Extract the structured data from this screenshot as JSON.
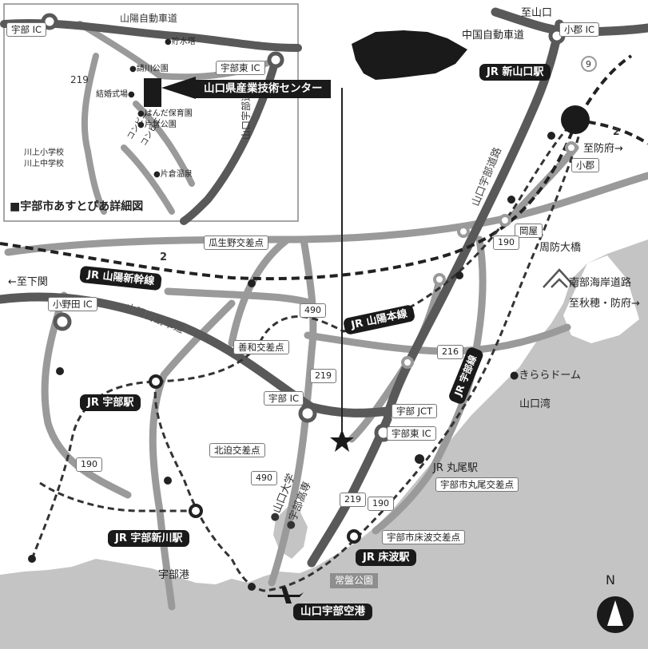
{
  "inset": {
    "title": "■宇部市あすとぴあ詳細図",
    "labels": {
      "sanyo_expressway": "山陽自動車道",
      "ube_ic": "宇部 IC",
      "ube_higashi_ic": "宇部東 IC",
      "ube_toll_road": "山口宇部道路",
      "route_219": "219",
      "water_tower": "●貯水塔",
      "seisen_park": "●請川公園",
      "wedding_hall": "結婚式場●",
      "handa_nursery": "●はんだ保育園",
      "katakura_park": "●片倉公園",
      "convenience_1": "コンビニ",
      "convenience_2": "コンビニ",
      "katakura_onsen": "●片倉温泉",
      "kawakami_elem": "川上小学校",
      "kawakami_jhs": "川上中学校"
    }
  },
  "callout": {
    "label": "山口県産業技術センター"
  },
  "stations": {
    "shin_yamaguchi": "JR 新山口駅",
    "ube": "JR 宇部駅",
    "ube_shinkawa": "JR 宇部新川駅",
    "tokonami": "JR 床波駅",
    "maruo": "JR 丸尾駅"
  },
  "rail_lines": {
    "sanyo_shinkansen": "JR 山陽新幹線",
    "sanyo_main": "JR 山陽本線",
    "ube_line": "JR 宇部線"
  },
  "interchanges": {
    "ogori_ic": "小郡 IC",
    "onoda_ic": "小野田 IC",
    "ube_ic": "宇部 IC",
    "ube_jct": "宇部 JCT",
    "ube_higashi_ic": "宇部東 IC"
  },
  "roads": {
    "to_yamaguchi": "至山口",
    "chugoku_expressway": "中国自動車道",
    "to_hofu": "至防府→",
    "to_shimonoseki": "←至下関",
    "to_akiho": "至秋穂・防府→",
    "nambu_kaigan": "南部海岸道路",
    "sanyo_expressway": "山陽自動車道",
    "ube_toll_road": "山口宇部道路",
    "route_2": "2",
    "route_2b": "2",
    "route_9": "9",
    "route_190": "190",
    "route_190b": "190",
    "route_190c": "190",
    "route_490": "490",
    "route_490b": "490",
    "route_216": "216",
    "route_219": "219",
    "route_219b": "219"
  },
  "intersections": {
    "uryuno": "瓜生野交差点",
    "zenwa": "善和交差点",
    "kitasako": "北迫交差点",
    "maruo_int": "宇部市丸尾交差点",
    "tokonami_int": "宇部市床波交差点"
  },
  "places": {
    "ogori": "小郡",
    "okaya": "岡屋",
    "suo_bridge": "周防大橋",
    "kirara_dome": "●きららドーム",
    "yamaguchi_bay": "山口湾",
    "yamaguchi_univ": "●山口大学",
    "ube_kosen": "●宇部高専",
    "ube_port": "宇部港",
    "tokiwa_park": "常盤公園",
    "airport": "山口宇部空港",
    "north": "N"
  }
}
